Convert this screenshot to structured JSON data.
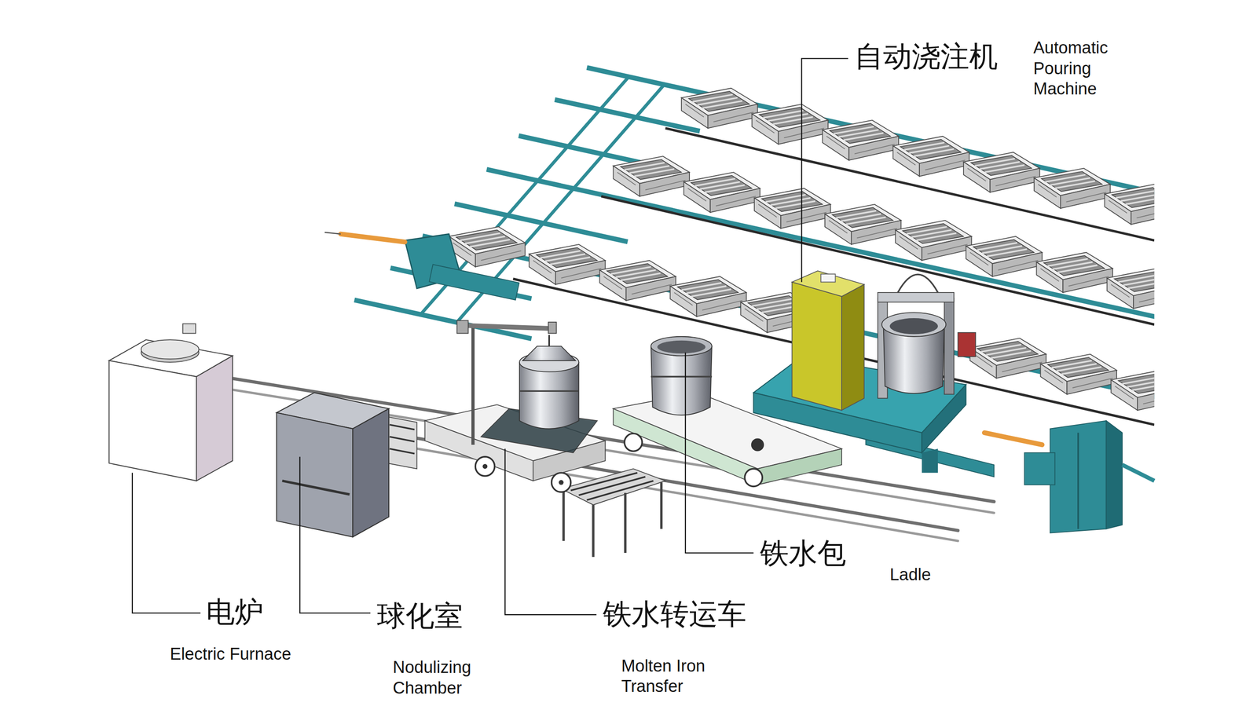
{
  "diagram": {
    "labels": [
      "自动浇注机",
      "Automatic Pouring Machine",
      "铁水包",
      "Ladle",
      "电炉",
      "Electric Furnace",
      "球化室",
      "Nodulizing Chamber",
      "铁水转运车",
      "Molten Iron Transfer"
    ]
  }
}
